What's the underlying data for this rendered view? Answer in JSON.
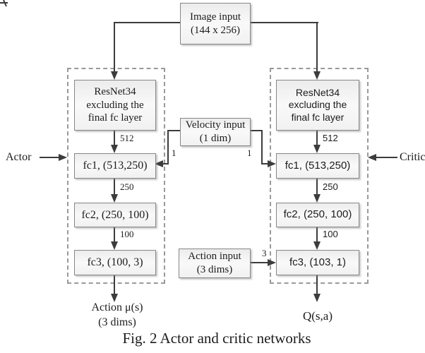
{
  "page": {
    "caption": "Fig. 2 Actor and critic networks"
  },
  "inputs": {
    "image": {
      "line1": "Image input",
      "line2": "(144 x 256)"
    },
    "velocity": {
      "line1": "Velocity input",
      "line2": "(1 dim)"
    },
    "action": {
      "line1": "Action input",
      "line2": "(3 dims)"
    }
  },
  "actor": {
    "side_label": "Actor",
    "resnet_line1": "ResNet34",
    "resnet_line2": "excluding the",
    "resnet_line3": "final fc layer",
    "fc1": "fc1, (513,250)",
    "fc2": "fc2, (250, 100)",
    "fc3": "fc3, (100, 3)",
    "dim_512": "512",
    "dim_250": "250",
    "dim_100": "100",
    "velocity_dim": "1",
    "output_line1": "Action μ(s)",
    "output_line2": "(3 dims)"
  },
  "critic": {
    "side_label": "Critic",
    "resnet_line1": "ResNet34",
    "resnet_line2": "excluding the",
    "resnet_line3": "final fc layer",
    "fc1": "fc1, (513,250)",
    "fc2": "fc2, (250, 100)",
    "fc3": "fc3, (103, 1)",
    "dim_512": "512",
    "dim_250": "250",
    "dim_100": "100",
    "velocity_dim": "1",
    "action_dim": "3",
    "output": "Q(s,a)"
  },
  "colors": {
    "line": "#3c3c3c",
    "box_border": "#878787",
    "box_fill": "#f1f1f1",
    "dash_border": "#9a9a9a"
  }
}
